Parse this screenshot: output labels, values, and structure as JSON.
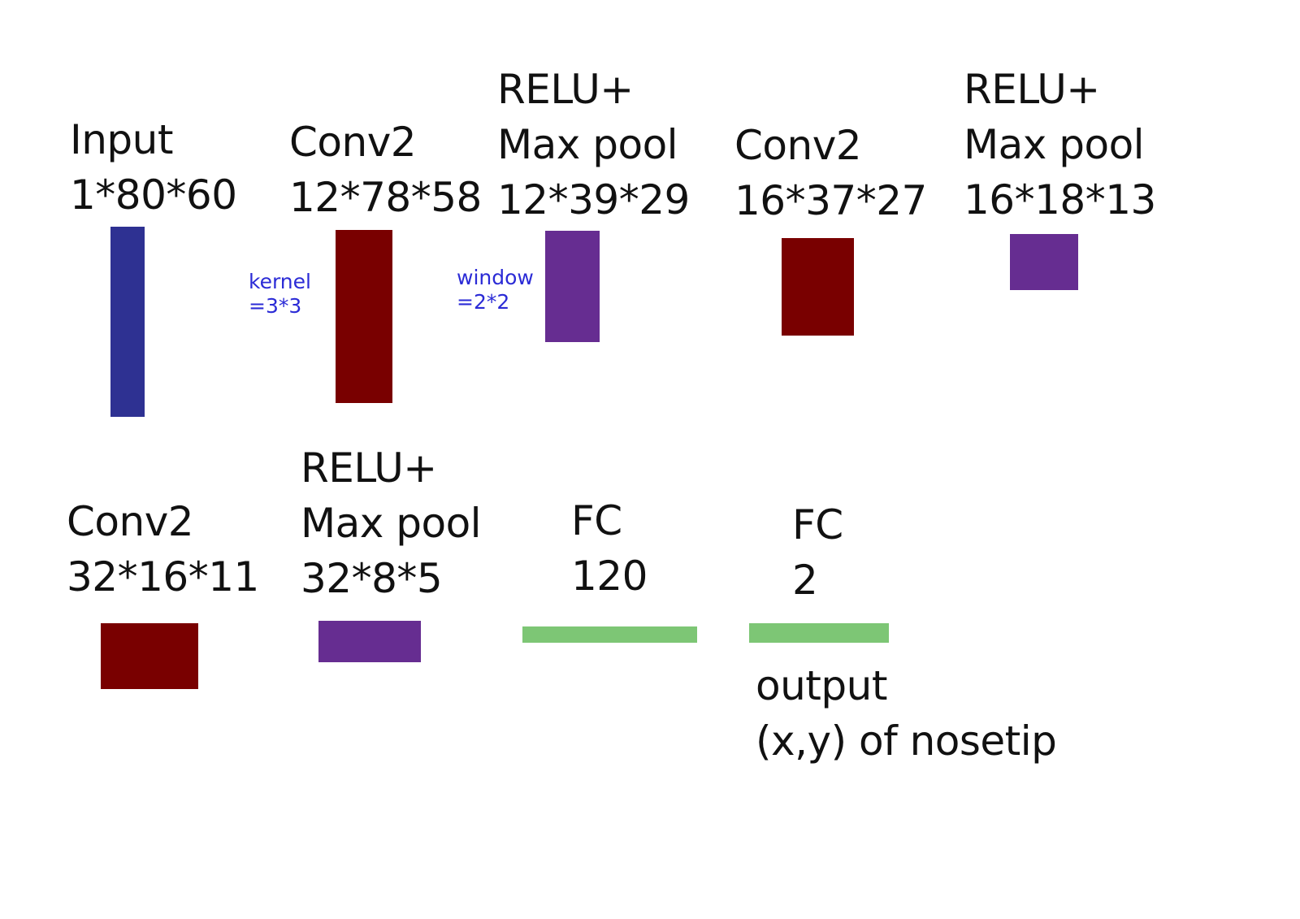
{
  "layers": [
    {
      "id": "input",
      "lines": [
        "Input",
        "1*80*60"
      ],
      "kind": "input"
    },
    {
      "id": "conv1",
      "lines": [
        "Conv2",
        "12*78*58"
      ],
      "kind": "conv"
    },
    {
      "id": "pool1",
      "lines": [
        "RELU+",
        "Max pool",
        "12*39*29"
      ],
      "kind": "pool"
    },
    {
      "id": "conv2",
      "lines": [
        "Conv2",
        "16*37*27"
      ],
      "kind": "conv"
    },
    {
      "id": "pool2",
      "lines": [
        "RELU+",
        "Max pool",
        "16*18*13"
      ],
      "kind": "pool"
    },
    {
      "id": "conv3",
      "lines": [
        "Conv2",
        "32*16*11"
      ],
      "kind": "conv"
    },
    {
      "id": "pool3",
      "lines": [
        "RELU+",
        "Max pool",
        "32*8*5"
      ],
      "kind": "pool"
    },
    {
      "id": "fc1",
      "lines": [
        "FC",
        "120"
      ],
      "kind": "fc"
    },
    {
      "id": "fc2",
      "lines": [
        "FC",
        "2"
      ],
      "kind": "fc"
    }
  ],
  "notes": {
    "kernel": [
      "kernel",
      "=3*3"
    ],
    "window": [
      "window",
      "=2*2"
    ]
  },
  "output": [
    "output",
    "(x,y) of nosetip"
  ],
  "colors": {
    "input": "#2e3192",
    "conv": "#790000",
    "pool": "#662d91",
    "fc": "#7dc675",
    "note": "#2b2bd6",
    "text": "#111111"
  }
}
